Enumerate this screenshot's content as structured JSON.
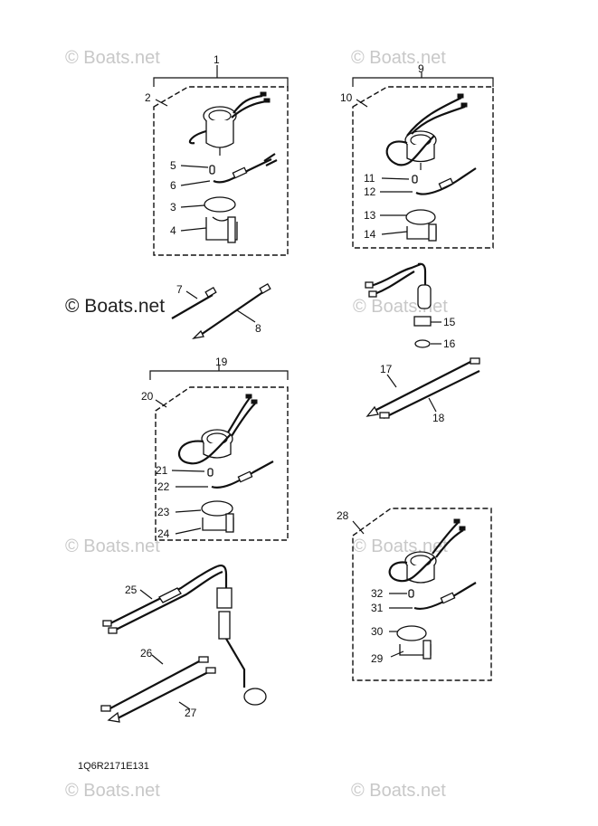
{
  "watermark": "© Boats.net",
  "diagram_code": "1Q6R2171E131",
  "callouts": [
    "1",
    "2",
    "3",
    "4",
    "5",
    "6",
    "7",
    "8",
    "9",
    "10",
    "11",
    "12",
    "13",
    "14",
    "15",
    "16",
    "17",
    "18",
    "19",
    "20",
    "21",
    "22",
    "23",
    "24",
    "25",
    "26",
    "27",
    "28",
    "29",
    "30",
    "31",
    "32"
  ]
}
